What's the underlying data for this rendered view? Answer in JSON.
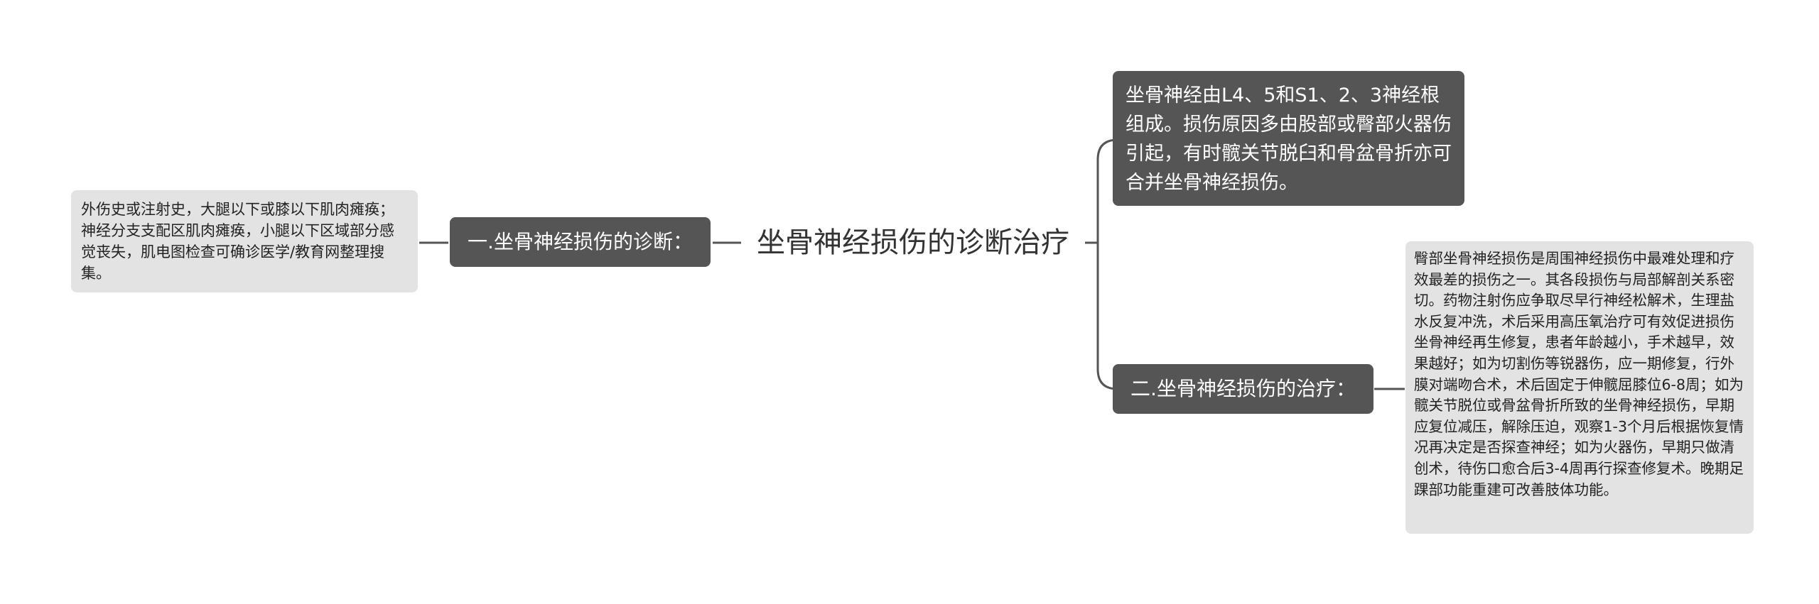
{
  "root": {
    "title": "坐骨神经损伤的诊断治疗"
  },
  "branches": [
    {
      "label": "一.坐骨神经损伤的诊断：",
      "detail": "外伤史或注射史，大腿以下或膝以下肌肉瘫痪；神经分支支配区肌肉瘫痪，小腿以下区域部分感觉丧失，肌电图检查可确诊医学/教育网整理搜集。"
    },
    {
      "label": "二.坐骨神经损伤的治疗：",
      "detail": "臀部坐骨神经损伤是周围神经损伤中最难处理和疗效最差的损伤之一。其各段损伤与局部解剖关系密切。药物注射伤应争取尽早行神经松解术，生理盐水反复冲洗，术后采用高压氧治疗可有效促进损伤坐骨神经再生修复，患者年龄越小，手术越早，效果越好；如为切割伤等锐器伤，应一期修复，行外膜对端吻合术，术后固定于伸髋屈膝位6-8周；如为髋关节脱位或骨盆骨折所致的坐骨神经损伤，早期应复位减压，解除压迫，观察1-3个月后根据恢复情况再决定是否探查神经；如为火器伤，早期只做清创术，待伤口愈合后3-4周再行探查修复术。晚期足踝部功能重建可改善肢体功能。"
    },
    {
      "detail": "坐骨神经由L4、5和S1、2、3神经根组成。损伤原因多由股部或臀部火器伤引起，有时髋关节脱臼和骨盆骨折亦可合并坐骨神经损伤。"
    }
  ],
  "colors": {
    "dark_node": "#555555",
    "light_node": "#e3e3e3",
    "line": "#555555",
    "root_text": "#333333"
  }
}
